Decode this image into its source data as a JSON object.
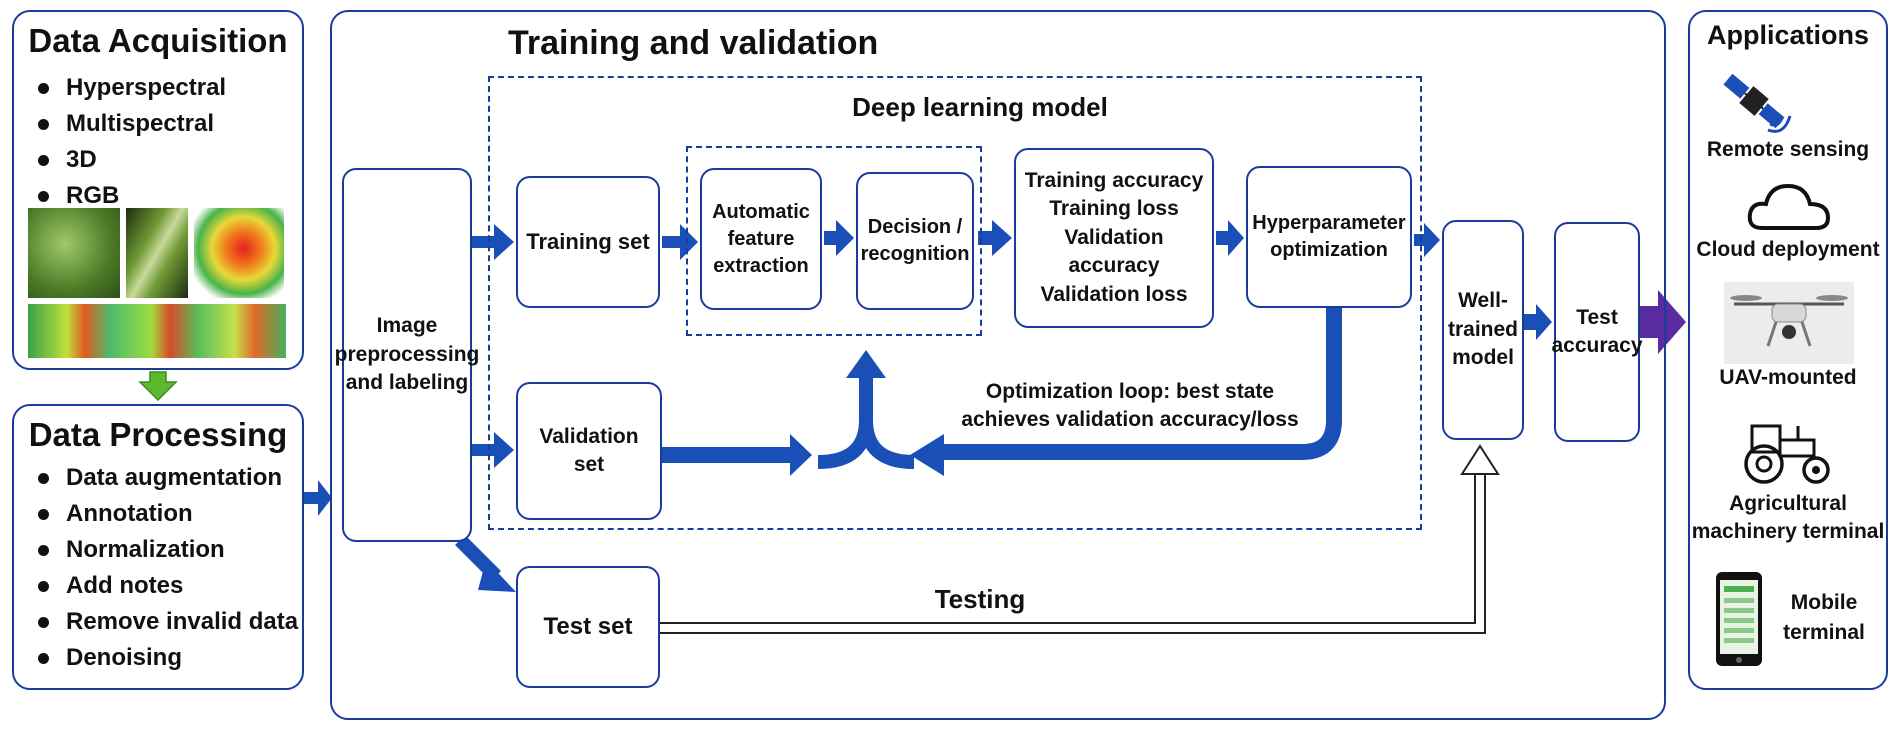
{
  "colors": {
    "border": "#1a3c9c",
    "arrow": "#1a4fb8",
    "green_arrow": "#5cb82e",
    "purple_arrow": "#5a2aa0"
  },
  "acquisition": {
    "title": "Data Acquisition",
    "items": [
      "Hyperspectral",
      "Multispectral",
      "3D",
      "RGB"
    ]
  },
  "processing": {
    "title": "Data Processing",
    "items": [
      "Data augmentation",
      "Annotation",
      "Normalization",
      "Add notes",
      "Remove invalid data",
      "Denoising"
    ]
  },
  "training": {
    "title": "Training and validation",
    "preprocess_label": "Image\npreprocessing\nand labeling",
    "dl_model_title": "Deep learning model",
    "training_set": "Training set",
    "feature_extraction": "Automatic\nfeature\nextraction",
    "decision": "Decision /\nrecognition",
    "metrics": [
      "Training accuracy",
      "Training loss",
      "Validation accuracy",
      "Validation loss"
    ],
    "hyperparameter": "Hyperparameter\noptimization",
    "validation_set": "Validation set",
    "loop_label": "Optimization loop: best state\nachieves validation accuracy/loss",
    "test_set": "Test set",
    "testing_label": "Testing",
    "well_trained": "Well-\ntrained\nmodel",
    "test_accuracy": "Test\naccuracy"
  },
  "applications": {
    "title": "Applications",
    "items": [
      {
        "label": "Remote sensing",
        "icon": "satellite-icon"
      },
      {
        "label": "Cloud deployment",
        "icon": "cloud-icon"
      },
      {
        "label": "UAV-mounted",
        "icon": "drone-icon"
      },
      {
        "label": "Agricultural\nmachinery terminal",
        "icon": "tractor-icon"
      },
      {
        "label": "Mobile\nterminal",
        "icon": "mobile-phone-icon"
      }
    ]
  }
}
